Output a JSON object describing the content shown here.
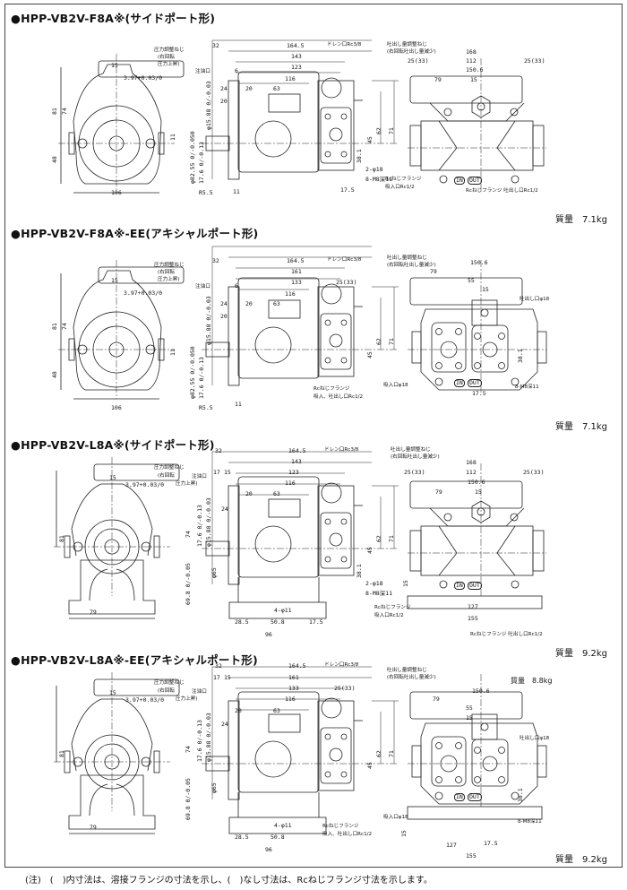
{
  "sections": [
    {
      "title": "●HPP-VB2V-F8A※(サイドポート形)",
      "mass": "質量　7.1kg",
      "front": [
        "15",
        "3.97+0.03/0",
        "圧力調整ねじ",
        "(右回転",
        "圧力上昇)",
        "81",
        "74",
        "11",
        "48",
        "106",
        "R5.5"
      ],
      "side": [
        "32",
        "164.5",
        "ドレン口Rc3/8",
        "143",
        "123",
        "注油口",
        "6",
        "116",
        "24",
        "20",
        "63",
        "20",
        "φ15.88 0/-0.03",
        "φ82.55 0/-0.050",
        "17.6 0/-0.13",
        "11",
        "45",
        "62",
        "71",
        "38.1",
        "2-φ18",
        "8-M8深11",
        "17.5"
      ],
      "rear": [
        "吐出し量調整ねじ",
        "(右回転吐出し量減少)",
        "168",
        "25(33)",
        "112",
        "25(33)",
        "150.6",
        "79",
        "15",
        "Rcねじフランジ",
        "吸入口Rc1/2",
        "Rcねじフランジ 吐出し口Rc1/2"
      ],
      "ports": [
        "IN",
        "OUT"
      ]
    },
    {
      "title": "●HPP-VB2V-F8A※-EE(アキシャルポート形)",
      "mass": "質量　7.1kg",
      "front": [
        "15",
        "3.97+0.03/0",
        "圧力調整ねじ",
        "(右回転",
        "圧力上昇)",
        "81",
        "74",
        "11",
        "48",
        "106",
        "R5.5"
      ],
      "side": [
        "32",
        "164.5",
        "ドレン口Rc3/8",
        "161",
        "133",
        "25(33)",
        "注油口",
        "6",
        "116",
        "24",
        "20",
        "63",
        "20",
        "φ15.88 0/-0.03",
        "φ82.55 0/-0.050",
        "17.6 0/-0.13",
        "11",
        "45",
        "62",
        "71",
        "Rcねじフランジ",
        "吸入、吐出し口Rc1/2"
      ],
      "rear": [
        "吐出し量調整ねじ",
        "(右回転吐出し量減少)",
        "150.6",
        "79",
        "55",
        "15",
        "吐出し口φ18",
        "吸入口φ18",
        "8-M8深11",
        "38.1",
        "17.5"
      ],
      "ports": [
        "IN",
        "OUT"
      ]
    },
    {
      "title": "●HPP-VB2V-L8A※(サイドポート形)",
      "mass": "質量　9.2kg",
      "front": [
        "15",
        "3.97+0.03/0",
        "圧力調整ねじ",
        "(右回転",
        "圧力上昇)",
        "81",
        "79"
      ],
      "side": [
        "32",
        "164.5",
        "ドレン口Rc3/8",
        "143",
        "17",
        "15",
        "123",
        "注油口",
        "116",
        "20",
        "63",
        "24",
        "74",
        "17.6 0/-0.13",
        "φ15.88 0/-0.03",
        "69.8 0/-0.05",
        "φ65",
        "45",
        "62",
        "71",
        "38.1",
        "2-φ18",
        "8-M8深11",
        "4-φ11",
        "28.5",
        "50.8",
        "17.5",
        "96"
      ],
      "rear": [
        "吐出し量調整ねじ",
        "(右回転吐出し量減少)",
        "168",
        "25(33)",
        "112",
        "25(33)",
        "150.6",
        "79",
        "15",
        "Rcねじフランジ",
        "吸入口Rc1/2",
        "15",
        "127",
        "155",
        "Rcねじフランジ 吐出し口Rc1/2"
      ],
      "ports": [
        "IN",
        "OUT"
      ]
    },
    {
      "title": "●HPP-VB2V-L8A※-EE(アキシャルポート形)",
      "mass": "質量　9.2kg",
      "mass_alt": "質量　8.8kg",
      "front": [
        "15",
        "3.97+0.03/0",
        "圧力調整ねじ",
        "(右回転",
        "圧力上昇)",
        "81",
        "79"
      ],
      "side": [
        "32",
        "164.5",
        "ドレン口Rc3/8",
        "17",
        "15",
        "161",
        "133",
        "25(33)",
        "注油口",
        "116",
        "20",
        "63",
        "24",
        "74",
        "17.6 0/-0.13",
        "φ15.88 0/-0.03",
        "69.8 0/-0.05",
        "φ65",
        "45",
        "62",
        "71",
        "4-φ11",
        "28.5",
        "50.8",
        "96",
        "Rcねじフランジ",
        "吸入、吐出し口Rc1/2"
      ],
      "rear": [
        "吐出し量調整ねじ",
        "(右回転吐出し量減少)",
        "150.6",
        "79",
        "55",
        "15",
        "吐出し口φ18",
        "吸入口φ18",
        "8-M8深11",
        "38.1",
        "15",
        "127",
        "17.5",
        "155"
      ],
      "ports": [
        "IN",
        "OUT"
      ]
    }
  ],
  "note": "(注)　(　)内寸法は、溶接フランジの寸法を示し、(　)なし寸法は、Rcねじフランジ寸法を示します。",
  "colors": {
    "line": "#222222",
    "background": "#ffffff"
  }
}
